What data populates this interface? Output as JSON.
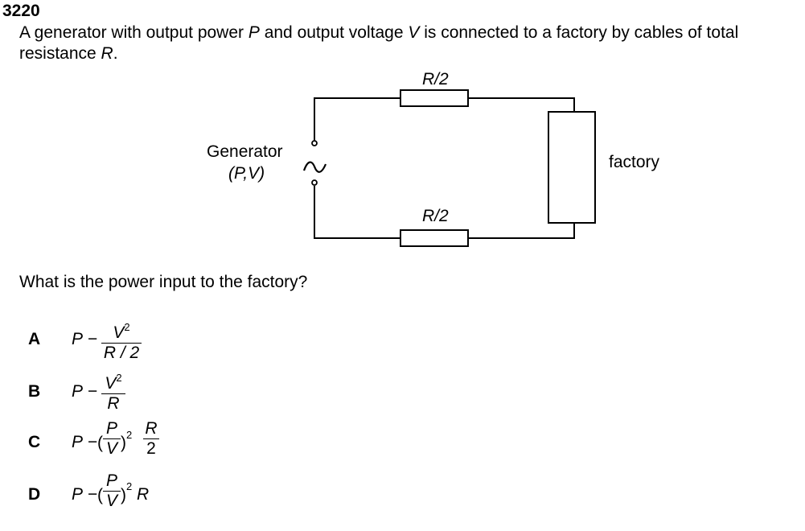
{
  "question": {
    "number": "3220",
    "stem_parts": [
      {
        "text": "A generator with output power ",
        "italic": false
      },
      {
        "text": "P",
        "italic": true
      },
      {
        "text": " and output voltage ",
        "italic": false
      },
      {
        "text": "V",
        "italic": true
      },
      {
        "text": " is connected to a factory by cables of total resistance ",
        "italic": false
      },
      {
        "text": "R",
        "italic": true
      },
      {
        "text": ".",
        "italic": false
      }
    ],
    "prompt": "What is the power input to the factory?"
  },
  "circuit": {
    "top_resistor_label": "R/2",
    "bottom_resistor_label": "R/2",
    "generator_label_line1": "Generator",
    "generator_label_line2": "(P,V)",
    "source_symbol": "ac-source-icon",
    "load_label": "factory"
  },
  "options": [
    {
      "letter": "A",
      "expression": "P − V² / (R/2)",
      "lead": "P",
      "minus": "−",
      "num": "V",
      "num_sup": "2",
      "den": "R / 2"
    },
    {
      "letter": "B",
      "expression": "P − V² / R",
      "lead": "P",
      "minus": "−",
      "num": "V",
      "num_sup": "2",
      "den": "R"
    },
    {
      "letter": "C",
      "expression": "P − (P/V)² · R/2",
      "lead": "P",
      "minus": "−",
      "inner_num": "P",
      "inner_den": "V",
      "sup": "2",
      "tail_num": "R",
      "tail_den": "2"
    },
    {
      "letter": "D",
      "expression": "P − (P/V)² R",
      "lead": "P",
      "minus": "−",
      "inner_num": "P",
      "inner_den": "V",
      "sup": "2",
      "tail": "R"
    }
  ]
}
